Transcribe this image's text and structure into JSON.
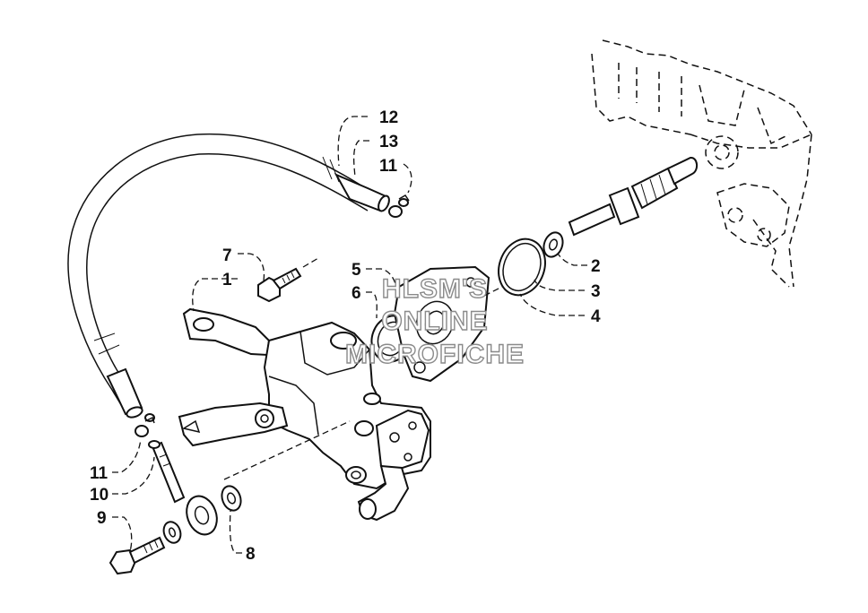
{
  "callouts": [
    {
      "id": "c12",
      "text": "12"
    },
    {
      "id": "c13",
      "text": "13"
    },
    {
      "id": "c11a",
      "text": "11"
    },
    {
      "id": "c7",
      "text": "7"
    },
    {
      "id": "c1",
      "text": "1"
    },
    {
      "id": "c5",
      "text": "5"
    },
    {
      "id": "c6",
      "text": "6"
    },
    {
      "id": "c2",
      "text": "2"
    },
    {
      "id": "c3",
      "text": "3"
    },
    {
      "id": "c4",
      "text": "4"
    },
    {
      "id": "c11b",
      "text": "11"
    },
    {
      "id": "c10",
      "text": "10"
    },
    {
      "id": "c9",
      "text": "9"
    },
    {
      "id": "c8",
      "text": "8"
    }
  ],
  "watermark": {
    "line1": "HLSM'S",
    "line2": "ONLINE",
    "line3": "MICROFICHE"
  }
}
